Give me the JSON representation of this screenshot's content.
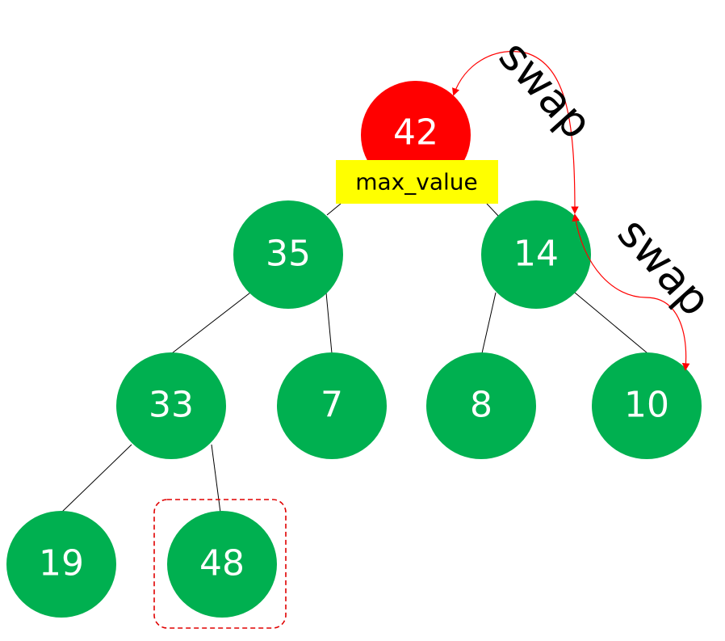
{
  "colors": {
    "node_fill": "#00b050",
    "root_fill": "#ff0000",
    "label_fill": "#ffff00",
    "arrow": "#ff0000",
    "edge": "#000000",
    "highlight_border": "#e00000"
  },
  "root": {
    "value": "42"
  },
  "max_label": "max_value",
  "nodes": {
    "n35": "35",
    "n14": "14",
    "n33": "33",
    "n7": "7",
    "n8": "8",
    "n10": "10",
    "n19": "19",
    "n48": "48"
  },
  "swap_labels": [
    "swap",
    "swap"
  ],
  "highlighted_node": "48"
}
